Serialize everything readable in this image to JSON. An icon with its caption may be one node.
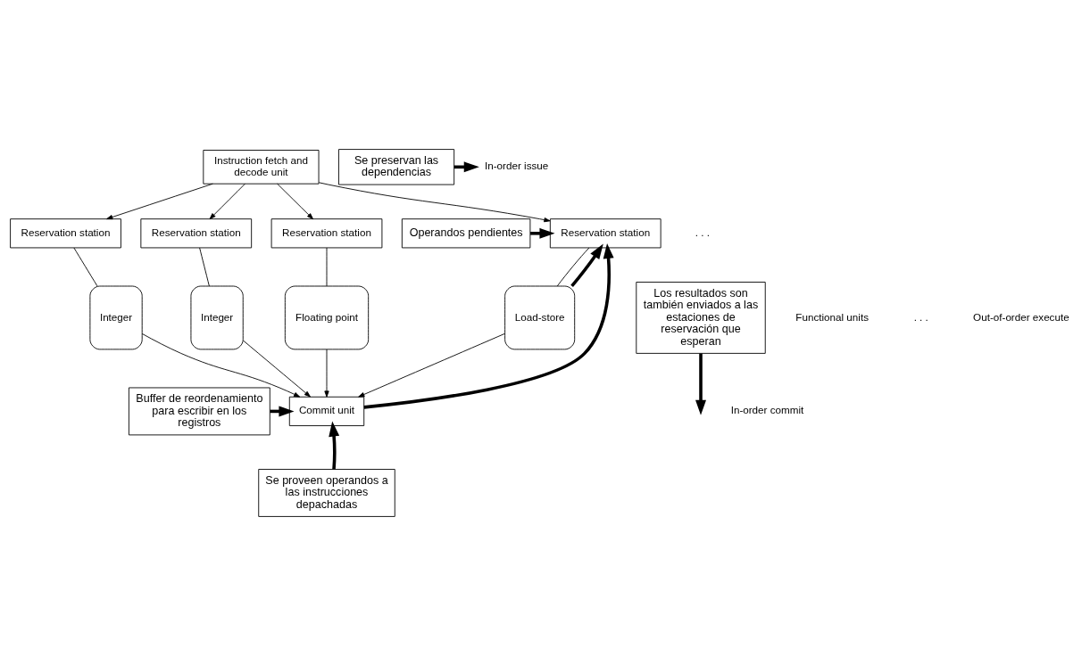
{
  "diagram": {
    "nodes": [
      {
        "text": [
          "Instruction fetch and decode unit"
        ]
      },
      {
        "text": [
          "In-order issue"
        ]
      },
      {
        "text": [
          "Se preservan las dependencias"
        ]
      },
      {
        "text": [
          "Reservation station"
        ]
      },
      {
        "text": [
          "Reservation station"
        ]
      },
      {
        "text": [
          "Reservation station"
        ]
      },
      {
        "text": [
          "Reservation station"
        ]
      },
      {
        "text": [
          "Operandos pendientes"
        ]
      },
      {
        "text": [
          "Integer"
        ]
      },
      {
        "text": [
          "Integer"
        ]
      },
      {
        "text": [
          "Floating point"
        ]
      },
      {
        "text": [
          "Load-store"
        ]
      },
      {
        "text": [
          "Los resultados son también enviados a las estaciones de reservación que esperan"
        ]
      },
      {
        "text": [
          "Commit unit"
        ]
      },
      {
        "text": [
          "Buffer de reordenamiento para escribir en los registros"
        ]
      },
      {
        "text": [
          "Se proveen operandos a las instrucciones depachadas"
        ]
      }
    ],
    "edges": [
      {
        "from": 0,
        "to": 3,
        "arrow": "to"
      },
      {
        "from": 0,
        "to": 4,
        "arrow": "to"
      },
      {
        "from": 0,
        "to": 5,
        "arrow": "to"
      },
      {
        "from": 0,
        "to": 6,
        "arrow": "to"
      },
      {
        "from": 3,
        "to": 8,
        "arrow": "none"
      },
      {
        "from": 4,
        "to": 9,
        "arrow": "none"
      },
      {
        "from": 5,
        "to": 10,
        "arrow": "none"
      },
      {
        "from": 6,
        "to": 11,
        "arrow": "none"
      },
      {
        "from": 8,
        "to": 13,
        "arrow": "to"
      },
      {
        "from": 9,
        "to": 13,
        "arrow": "to"
      },
      {
        "from": 10,
        "to": 13,
        "arrow": "to"
      },
      {
        "from": 11,
        "to": 13,
        "arrow": "to"
      },
      {
        "from": 2,
        "to": 1,
        "arrow": "to",
        "style": "thick"
      },
      {
        "from": 7,
        "to": 6,
        "arrow": "to",
        "style": "thick"
      },
      {
        "from": 11,
        "to": 6,
        "arrow": "to",
        "style": "thick"
      },
      {
        "from": 13,
        "to": 6,
        "arrow": "to",
        "style": "thick"
      },
      {
        "from": 12,
        "to": null,
        "arrow": "to",
        "style": "thick"
      },
      {
        "from": 14,
        "to": 13,
        "arrow": "to",
        "style": "thick"
      },
      {
        "from": 15,
        "to": 13,
        "arrow": "to",
        "style": "thick"
      }
    ],
    "labels": [
      ". . .",
      "Functional units",
      ". . .",
      "Out-of-order execute",
      "In-order commit"
    ]
  }
}
